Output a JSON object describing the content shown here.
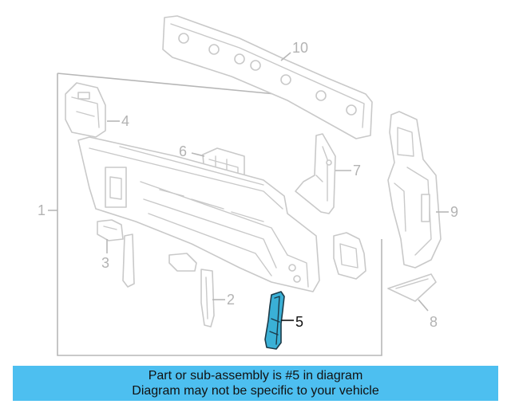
{
  "banner": {
    "line1": "Part or sub-assembly is #5 in diagram",
    "line2": "Diagram may not be specific to your vehicle",
    "background": "#4dbff0"
  },
  "diagram": {
    "highlighted_part": "5",
    "highlight_color": "#3ab0d6",
    "callouts": [
      "1",
      "2",
      "3",
      "4",
      "5",
      "6",
      "7",
      "8",
      "9",
      "10"
    ]
  }
}
